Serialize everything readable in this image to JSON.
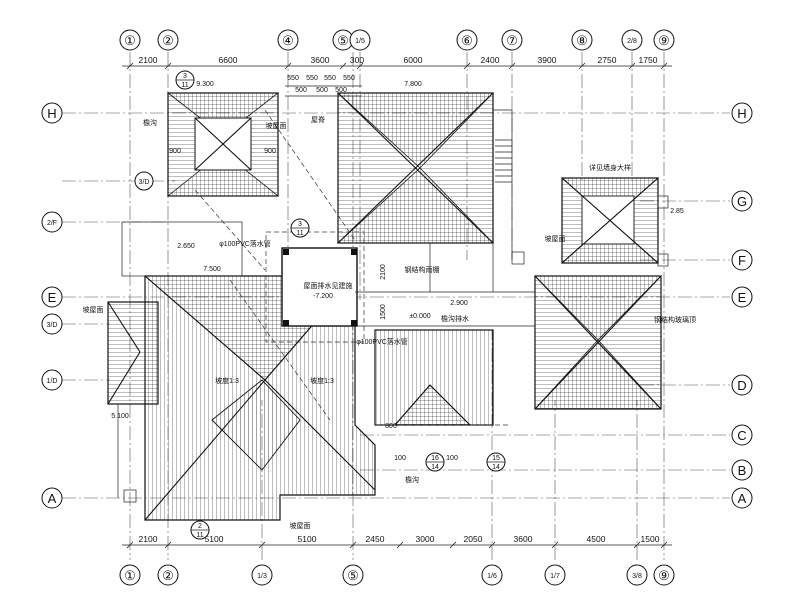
{
  "grid_columns_top": [
    "①",
    "②",
    "④",
    "⑤",
    "1/5",
    "⑥",
    "⑦",
    "⑧",
    "2/8",
    "⑨"
  ],
  "grid_columns_bottom": [
    "①",
    "②",
    "1/3",
    "⑤",
    "1/6",
    "1/7",
    "3/8",
    "⑨"
  ],
  "grid_rows": [
    "H",
    "G",
    "F",
    "E",
    "D",
    "C",
    "B",
    "A"
  ],
  "grid_rows_left_extra": [
    "2/F",
    "3/D",
    "1/D"
  ],
  "dims_top": [
    "2100",
    "6600",
    "3600",
    "300",
    "6000",
    "2400",
    "3900",
    "2750",
    "1750"
  ],
  "dims_top_small": [
    "550",
    "550",
    "550",
    "550",
    "500",
    "500",
    "500"
  ],
  "dims_bottom": [
    "2100",
    "5100",
    "5100",
    "2450",
    "3000",
    "2050",
    "3600",
    "4500",
    "1500"
  ],
  "labels": {
    "elev_9300": "9.300",
    "elev_7800": "7.800",
    "elev_7500": "7.500",
    "elev_2650": "2.650",
    "elev_7200": "-7.200",
    "elev_2900": "2.900",
    "elev_0000": "±0.000",
    "elev_2850": "2.85",
    "elev_5100": "5.100",
    "dim_2100v": "2100",
    "dim_1500v": "1500",
    "dim_900a": "900",
    "dim_900b": "900",
    "dim_100a": "100",
    "dim_100b": "100",
    "dim_800": "800",
    "note_attic": "屋面排水见建施",
    "note_steel": "钢结构雨棚",
    "note_roof_drain": "檐沟排水",
    "note_hatch": "钢结构玻璃顶",
    "note_pipe": "φ100PVC落水管",
    "note_pipe2": "φ100PVC落水管",
    "note_cornice": "详见墙身大样",
    "note_gutter": "檐沟",
    "note_slope1": "坡度1:3",
    "note_slope2": "坡度1:3",
    "note_cap": "屋脊",
    "note_s1": "檐沟",
    "note_s2": "坡屋面",
    "note_s3": "坡屋面",
    "note_s4": "坡屋面",
    "note_s5": "坡屋面",
    "ref_11a": "3",
    "ref_11a_d": "11",
    "ref_11b": "3",
    "ref_11b_d": "11",
    "ref_11c": "2",
    "ref_11c_d": "11",
    "ref_14a": "16",
    "ref_14a_d": "14",
    "ref_14b": "15",
    "ref_14b_d": "14"
  }
}
